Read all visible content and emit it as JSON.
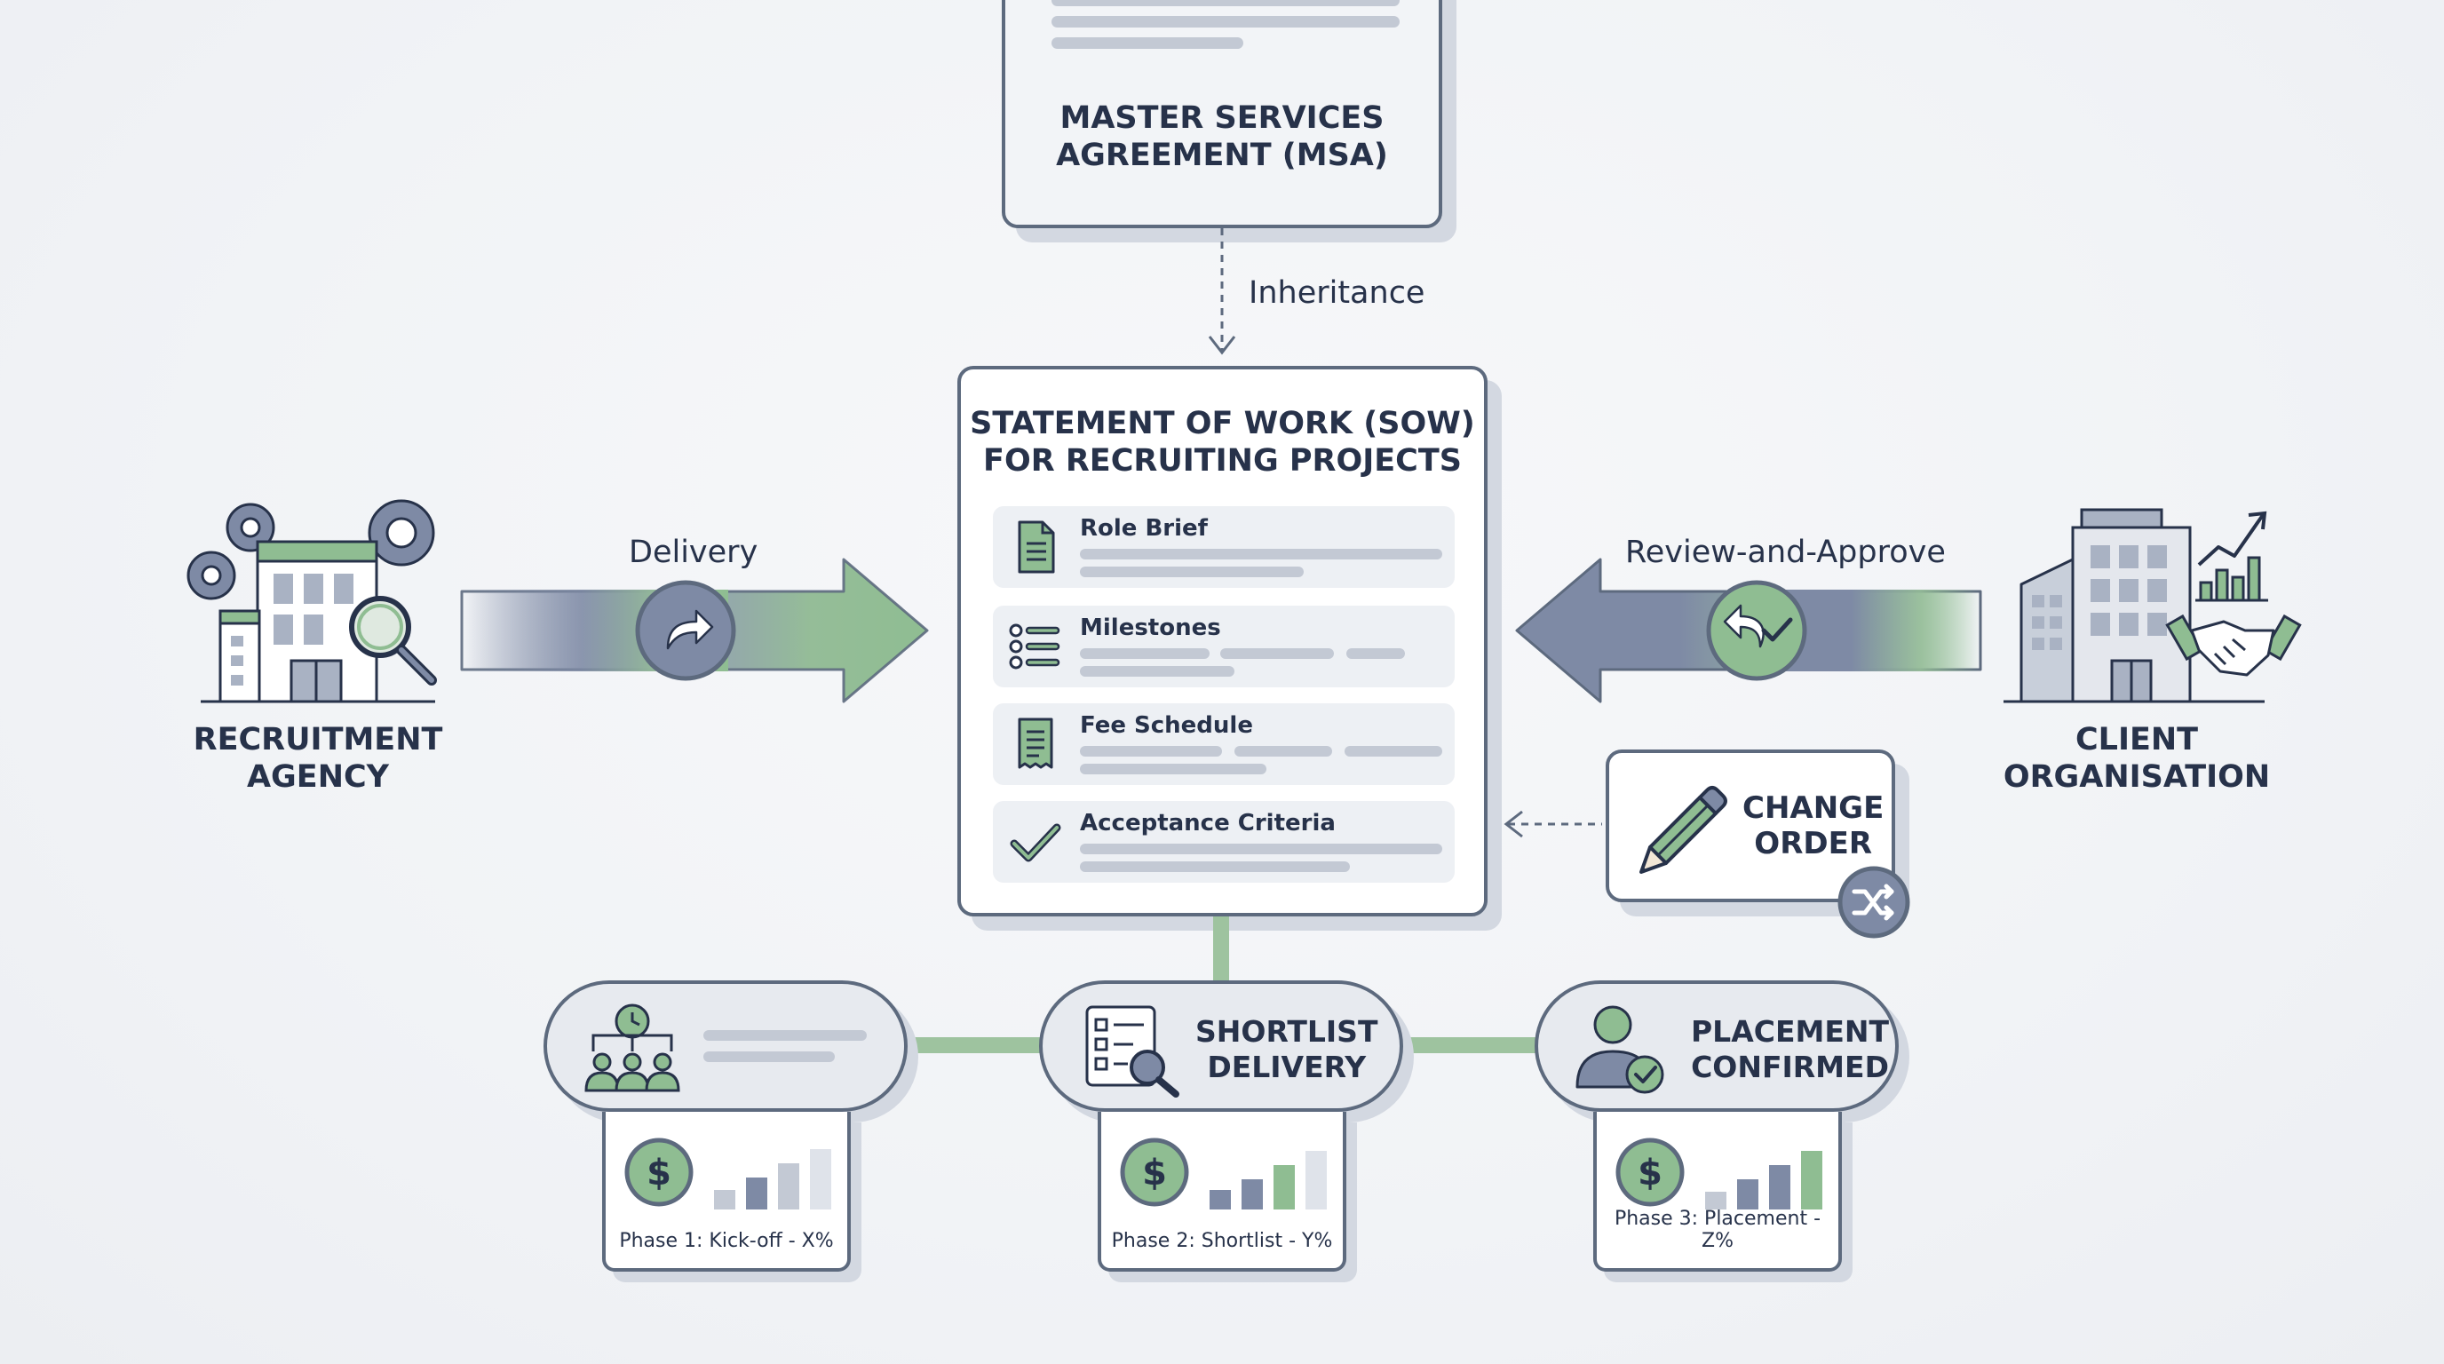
{
  "msa": {
    "title": "MASTER SERVICES\nAGREEMENT (MSA)"
  },
  "inheritance_label": "Inheritance",
  "sow": {
    "title": "STATEMENT OF WORK (SOW)\nFOR RECRUITING PROJECTS",
    "sections": [
      {
        "title": "Role Brief",
        "icon": "document-icon"
      },
      {
        "title": "Milestones",
        "icon": "checklist-icon"
      },
      {
        "title": "Fee Schedule",
        "icon": "receipt-icon"
      },
      {
        "title": "Acceptance Criteria",
        "icon": "checkmark-icon"
      }
    ]
  },
  "agency": {
    "title": "RECRUITMENT\nAGENCY",
    "icon": "agency-building-icon"
  },
  "client": {
    "title": "CLIENT\nORGANISATION",
    "icon": "client-building-icon"
  },
  "delivery_label": "Delivery",
  "review_label": "Review-and-Approve",
  "change_order": {
    "title": "CHANGE\nORDER",
    "icon": "pencil-icon"
  },
  "phases": [
    {
      "title": "",
      "icon": "team-meeting-icon",
      "payment_label": "Phase 1: Kick-off - X%"
    },
    {
      "title": "SHORTLIST\nDELIVERY",
      "icon": "shortlist-search-icon",
      "payment_label": "Phase 2: Shortlist - Y%"
    },
    {
      "title": "PLACEMENT\nCONFIRMED",
      "icon": "user-check-icon",
      "payment_label": "Phase 3: Placement - Z%"
    }
  ],
  "colors": {
    "green": "#8fbd92",
    "slate": "#5d6a7e",
    "navy": "#27324a",
    "arrow_gray": "#7e8aa5"
  }
}
